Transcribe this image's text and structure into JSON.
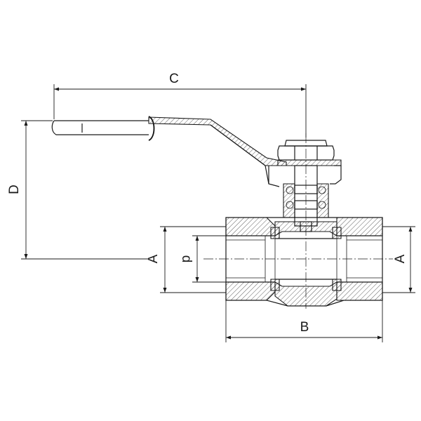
{
  "dimensions": {
    "C": "C",
    "D": "D",
    "A_left": "A",
    "d": "d",
    "A_right": "A",
    "B": "B"
  }
}
